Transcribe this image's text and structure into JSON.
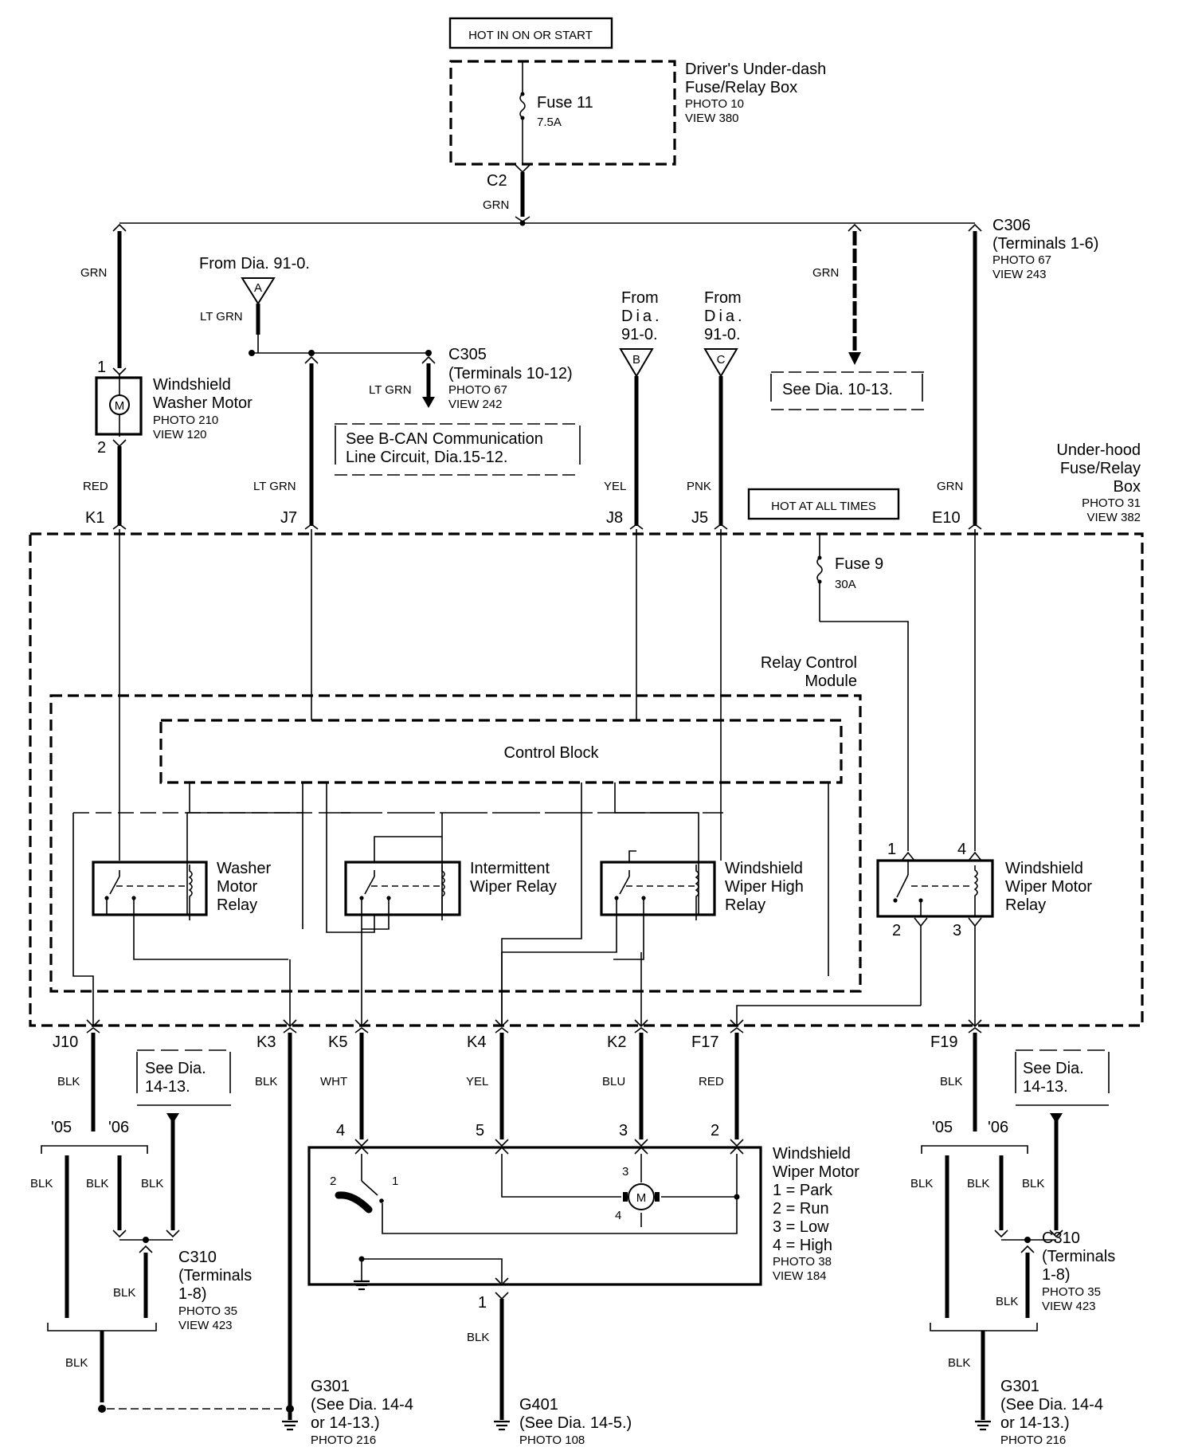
{
  "top": {
    "hot_label": "HOT IN ON OR START",
    "fuse11_name": "Fuse 11",
    "fuse11_amp": "7.5A",
    "dash_box": [
      "Driver's Under-dash",
      "Fuse/Relay Box"
    ],
    "dash_photo": "PHOTO 10",
    "dash_view": "VIEW 380",
    "c2": "C2",
    "c2_wire": "GRN"
  },
  "branches": {
    "grn_left": "GRN",
    "grn_mid": "GRN",
    "from_a": "From Dia. 91-0.",
    "conn_a": "A",
    "lt_grn": "LT GRN",
    "lt_grn_j7": "LT GRN",
    "lt_grn_c305": "LT GRN",
    "c305": "C305",
    "c305_terms": "(Terminals 10-12)",
    "c305_photo": "PHOTO 67",
    "c305_view": "VIEW 242",
    "bcan": [
      "See B-CAN Communication",
      "Line Circuit, Dia.15-12."
    ],
    "from_b": [
      "From",
      "Dia.",
      "91-0."
    ],
    "conn_b": "B",
    "from_c": [
      "From",
      "Dia.",
      "91-0."
    ],
    "conn_c": "C",
    "see_10_13": "See Dia. 10-13.",
    "c306": "C306",
    "c306_terms": "(Terminals 1-6)",
    "c306_photo": "PHOTO 67",
    "c306_view": "VIEW 243"
  },
  "washer_motor": {
    "pin1": "1",
    "pin2": "2",
    "motor": "M",
    "name": [
      "Windshield",
      "Washer Motor"
    ],
    "photo": "PHOTO 210",
    "view": "VIEW 120"
  },
  "entry_wires": {
    "red": "RED",
    "lt_grn": "LT GRN",
    "yel": "YEL",
    "pnk": "PNK",
    "grn": "GRN",
    "k1": "K1",
    "j7": "J7",
    "j8": "J8",
    "j5": "J5",
    "e10": "E10"
  },
  "underhood": {
    "name": [
      "Under-hood",
      "Fuse/Relay",
      "Box"
    ],
    "photo": "PHOTO 31",
    "view": "VIEW 382",
    "hot_all": "HOT AT ALL TIMES",
    "fuse9_name": "Fuse 9",
    "fuse9_amp": "30A",
    "rcm": [
      "Relay Control",
      "Module"
    ],
    "control_block": "Control Block"
  },
  "relays": {
    "washer": [
      "Washer",
      "Motor",
      "Relay"
    ],
    "intermittent": [
      "Intermittent",
      "Wiper Relay"
    ],
    "high": [
      "Windshield",
      "Wiper High",
      "Relay"
    ],
    "motor": [
      "Windshield",
      "Wiper Motor",
      "Relay"
    ],
    "motor_pins": [
      "1",
      "4",
      "2",
      "3"
    ]
  },
  "exit_wires": {
    "j10": "J10",
    "k3": "K3",
    "k5": "K5",
    "k4": "K4",
    "k2": "K2",
    "f17": "F17",
    "f19": "F19",
    "blk_j10": "BLK",
    "blk_k3": "BLK",
    "wht": "WHT",
    "yel": "YEL",
    "blu": "BLU",
    "red": "RED",
    "blk_f19": "BLK"
  },
  "left_ground": {
    "see": [
      "See Dia.",
      "14-13."
    ],
    "y05": "'05",
    "y06": "'06",
    "blk1": "BLK",
    "blk2": "BLK",
    "blk3": "BLK",
    "blk4": "BLK",
    "blk5": "BLK",
    "c310": [
      "C310",
      "(Terminals",
      "1-8)"
    ],
    "photo": "PHOTO 35",
    "view": "VIEW 423"
  },
  "right_ground": {
    "see": [
      "See Dia.",
      "14-13."
    ],
    "y05": "'05",
    "y06": "'06",
    "blk1": "BLK",
    "blk2": "BLK",
    "blk3": "BLK",
    "blk4": "BLK",
    "blk5": "BLK",
    "c310": [
      "C310",
      "(Terminals",
      "1-8)"
    ],
    "photo": "PHOTO 35",
    "view": "VIEW 423"
  },
  "wiper_motor": {
    "pins": [
      "4",
      "5",
      "3",
      "2"
    ],
    "internal": [
      "2",
      "1",
      "3",
      "4"
    ],
    "motor": "M",
    "name": [
      "Windshield",
      "Wiper Motor",
      "1 = Park",
      "2 = Run",
      "3 = Low",
      "4 = High"
    ],
    "photo": "PHOTO 38",
    "view": "VIEW 184",
    "pin_gnd": "1",
    "blk": "BLK"
  },
  "grounds": {
    "g301_left": [
      "G301",
      "(See Dia. 14-4",
      "or 14-13.)"
    ],
    "g301_left_photo": "PHOTO 216",
    "g401": [
      "G401",
      "(See Dia. 14-5.)"
    ],
    "g401_photo": "PHOTO 108",
    "g301_right": [
      "G301",
      "(See Dia. 14-4",
      "or 14-13.)"
    ],
    "g301_right_photo": "PHOTO 216"
  }
}
